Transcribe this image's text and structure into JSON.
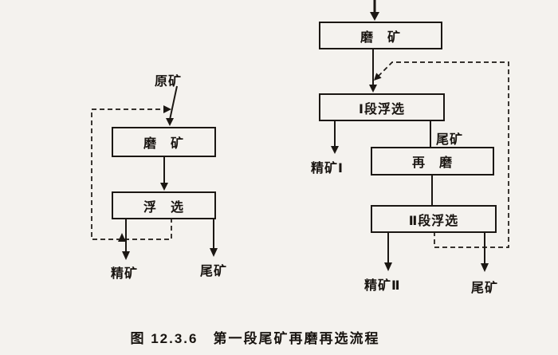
{
  "figure": {
    "caption": "图 12.3.6　第一段尾矿再磨再选流程"
  },
  "left_flow": {
    "feed_label": "原矿",
    "grinding_box": "磨　矿",
    "flotation_box": "浮　选",
    "concentrate_label": "精矿",
    "tailings_label": "尾矿"
  },
  "right_flow": {
    "grinding_box": "磨　矿",
    "stage1_flotation_box": "Ⅰ段浮选",
    "concentrate1_label": "精矿Ⅰ",
    "intermediate_tailings_label": "尾矿",
    "regrind_box": "再　磨",
    "stage2_flotation_box": "Ⅱ段浮选",
    "concentrate2_label": "精矿Ⅱ",
    "tailings_label": "尾矿"
  }
}
